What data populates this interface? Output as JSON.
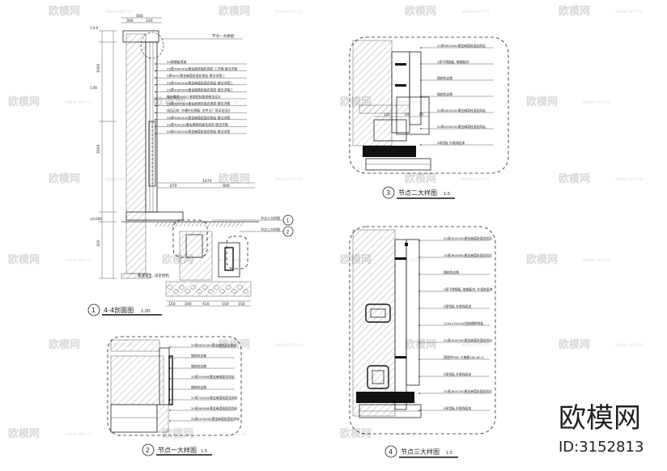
{
  "watermark": {
    "brand": "欧模网",
    "site": "www.om.cn"
  },
  "brand_block": {
    "logo": "欧模网",
    "id_text": "ID:3152813"
  },
  "section_4_4": {
    "number": "1",
    "title": "4-4剖面图",
    "scale": "1:20",
    "callouts": [
      "节点一大样图",
      "节点二大样图",
      "节点三大样图"
    ],
    "callout_numbers": [
      "1",
      "2"
    ],
    "annotations": [
      "20厚钢板喷漆",
      "20厚380X400黄金麻烧面花岗岩  工字钢  做法详图",
      "5厚6015黄金麻荔枝面花岗岩  做法详图三",
      "20厚300X300黄金麻荔枝面花岗岩  做法详图三",
      "20厚300X300黄金麻荔枝面花岗岩  做法详图三",
      "城市雕塑LOGO  参照招标图纸做法设计",
      "20厚300X300黄金麻荔枝面花岗岩  做法详图",
      "成品石材, 外槽外挂钢板, 由专业厂家深化设计",
      "20厚300X300黄金麻荔枝面花岗岩  做法详图",
      "20厚40X200黄金麻荔枝面花岗岩  做法详图",
      "20厚250X200黄金麻荔枝面花岗岩  做法详图"
    ],
    "bottom_note": "素混凝土, 详见结构",
    "dims_top": [
      "560",
      "300",
      "220"
    ],
    "dims_left": [
      "1000",
      "3500",
      "300"
    ],
    "dims_bottom": [
      "150",
      "300",
      "410",
      "150",
      "150"
    ],
    "dim_mid": [
      "1670",
      "670",
      "900"
    ],
    "side_labels": [
      "1:4.0",
      "±0.000",
      "1.00"
    ]
  },
  "node_1": {
    "number": "2",
    "title": "节点一大样图",
    "scale": "1:5",
    "annotations": [
      "20厚560X400黄金麻烧面花岗岩",
      "钢结构支撑",
      "钢结构支撑",
      "20厚250X60黄金麻烧面花岗岩",
      "钢结构支撑",
      "20厚70X400黄金麻荔枝面花岗岩",
      "20厚580X60黄金麻荔枝面花岗岩",
      "20厚1030X40黄金麻荔枝面花岗岩"
    ]
  },
  "node_2": {
    "number": "3",
    "title": "节点二大样图",
    "scale": "1:5",
    "annotations": [
      "20厚380X600黄金麻荔枝面花岗岩",
      "2厚不锈钢板, 暗钢板材",
      "钢结构支撑",
      "钢结构支撑",
      "20厚180X200黄金麻荔枝面花岗岩",
      "20厚200X200黄金麻荔枝面花岗岩",
      "5厚铝板  外墙饰面漆"
    ],
    "dims": [
      "130",
      "50",
      "60"
    ]
  },
  "node_3": {
    "number": "4",
    "title": "节点三大样图",
    "scale": "1:5",
    "annotations": [
      "20厚300X400黄金麻荔枝面花岗岩",
      "20厚380X600黄金麻荔枝面花岗岩",
      "钢结构支撑",
      "2厚不锈钢板, 暗钢板材, 外墙饰面漆",
      "5厚铝板  外墙饰面漆",
      "120x130x100铝格栅装饰板",
      "20厚300X300黄金麻荔枝面花岗岩",
      "预埋件M60  大格栅180-60-4",
      "5厚铝板  外墙饰面漆",
      "20厚280X200黄金麻荔枝面花岗岩",
      "5厚铝板  外墙饰面漆"
    ]
  }
}
